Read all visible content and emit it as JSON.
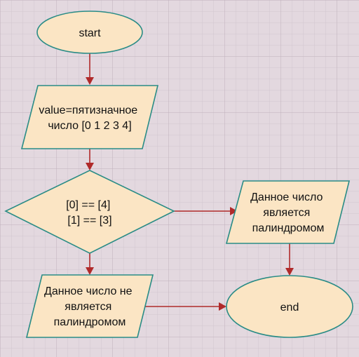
{
  "diagram": {
    "nodes": {
      "start": {
        "lines": [
          "start"
        ]
      },
      "input": {
        "lines": [
          "value=пятизначное",
          "число [0 1 2 3 4]"
        ]
      },
      "decision": {
        "lines": [
          "[0] == [4]",
          "[1] == [3]"
        ]
      },
      "yes_output": {
        "lines": [
          "Данное число",
          "является",
          "палиндромом"
        ]
      },
      "no_output": {
        "lines": [
          "Данное число не",
          "является",
          "палиндромом"
        ]
      },
      "end": {
        "lines": [
          "end"
        ]
      }
    }
  },
  "colors": {
    "background": "#e3d8df",
    "grid_minor": "#d2c6cf",
    "grid_major": "#bfb0bb",
    "shape_fill": "#fbe5c4",
    "shape_stroke": "#2a8c86",
    "edge": "#b02a2a"
  }
}
